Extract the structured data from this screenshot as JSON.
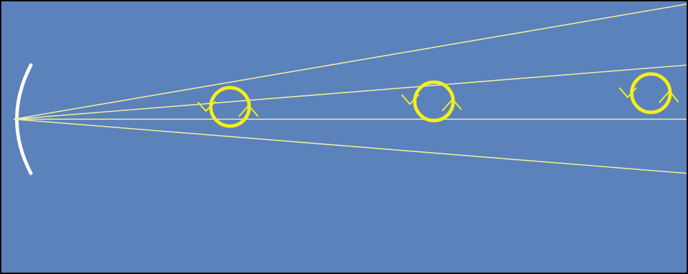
{
  "diagram": {
    "background_color": "#5b82bb",
    "mirror": {
      "name": "curved-mirror",
      "color": "#ffffff"
    },
    "rays": {
      "color": "#f3eea0",
      "count": 4
    },
    "markers": {
      "color": "#f5ef1a",
      "count": 3,
      "shape": "circle-with-hands"
    }
  }
}
